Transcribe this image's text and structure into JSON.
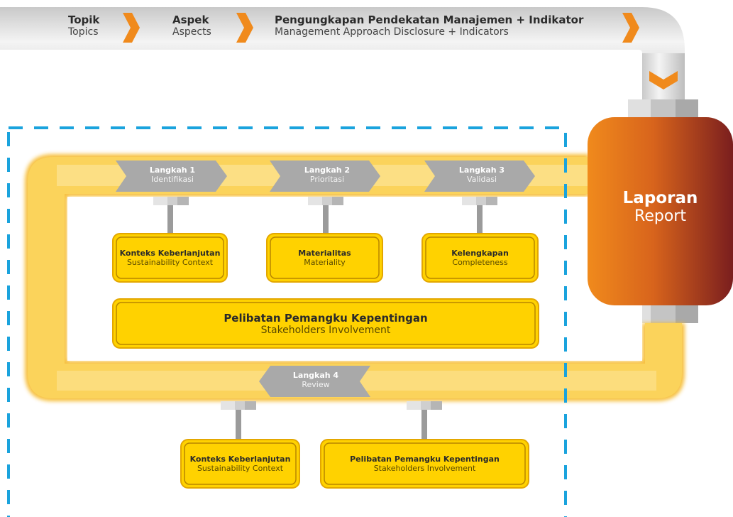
{
  "top_bar": {
    "items": [
      {
        "title": "Topik",
        "subtitle": "Topics"
      },
      {
        "title": "Aspek",
        "subtitle": "Aspects"
      },
      {
        "title": "Pengungkapan Pendekatan Manajemen + Indikator",
        "subtitle": "Management Approach Disclosure + Indicators"
      }
    ]
  },
  "report": {
    "title": "Laporan",
    "subtitle": "Report"
  },
  "steps": [
    {
      "title": "Langkah 1",
      "subtitle": "Identifikasi"
    },
    {
      "title": "Langkah 2",
      "subtitle": "Prioritasi"
    },
    {
      "title": "Langkah 3",
      "subtitle": "Validasi"
    },
    {
      "title": "Langkah 4",
      "subtitle": "Review"
    }
  ],
  "principles": [
    {
      "title": "Konteks Keberlanjutan",
      "subtitle": "Sustainability Context"
    },
    {
      "title": "Materialitas",
      "subtitle": "Materiality"
    },
    {
      "title": "Kelengkapan",
      "subtitle": "Completeness"
    }
  ],
  "stakeholder": {
    "title": "Pelibatan Pemangku Kepentingan",
    "subtitle": "Stakeholders Involvement"
  },
  "review_boxes": [
    {
      "title": "Konteks Keberlanjutan",
      "subtitle": "Sustainability Context"
    },
    {
      "title": "Pelibatan Pemangku Kepentingan",
      "subtitle": "Stakeholders Involvement"
    }
  ],
  "colors": {
    "accent_orange": "#f08a1c",
    "pipe_yellow": "#f7c23a",
    "box_yellow": "#ffd200",
    "dash_blue": "#1aa3dd",
    "report_dark": "#7a1e1e"
  }
}
